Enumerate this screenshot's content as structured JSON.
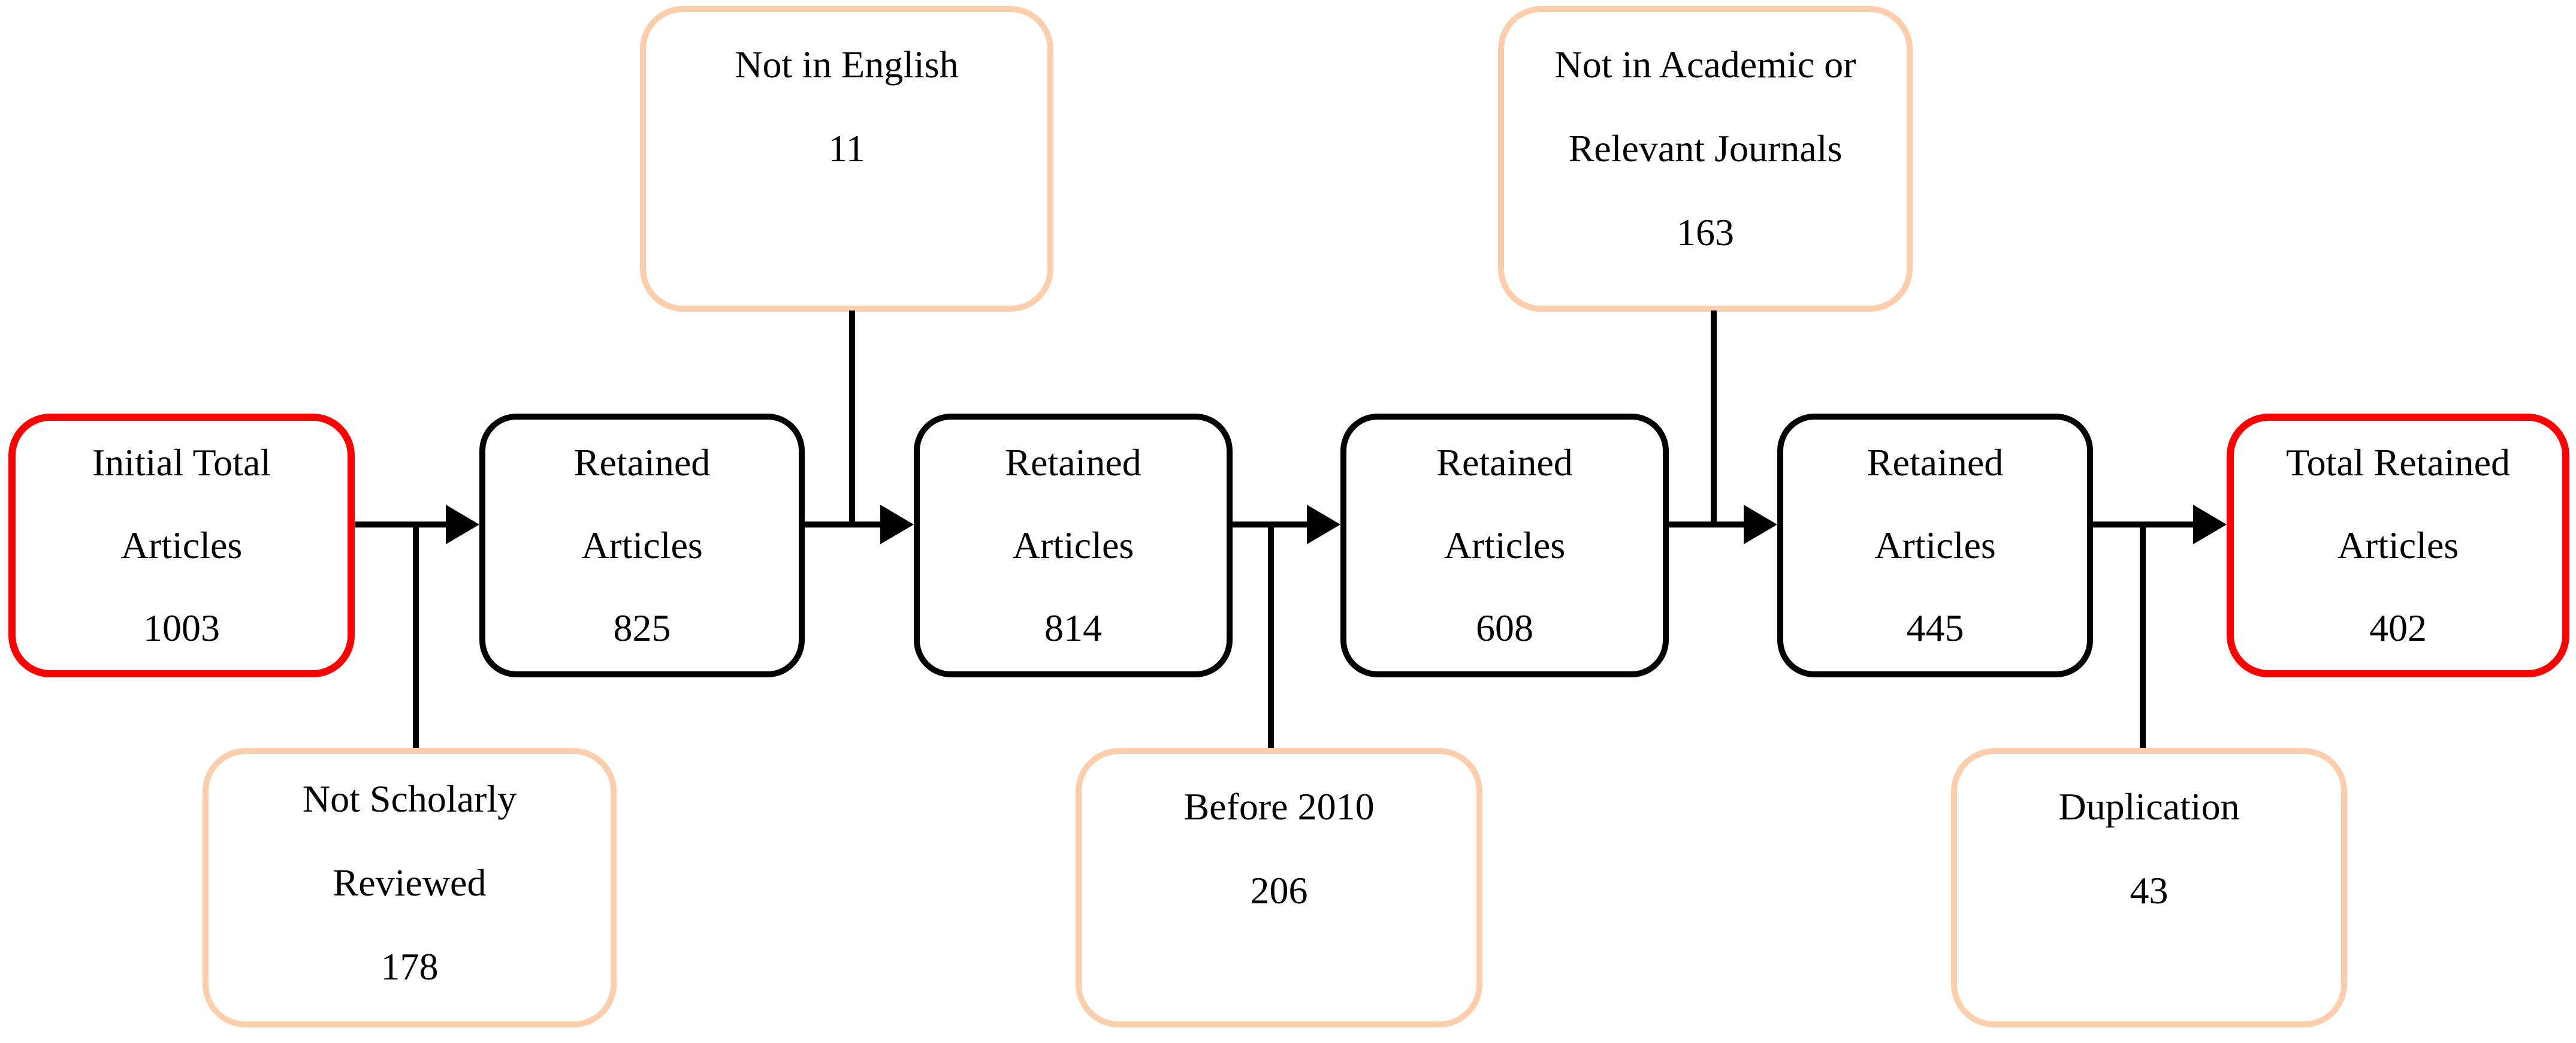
{
  "colors": {
    "box-border": "#000000",
    "endpoint-border": "#ff0000",
    "excluded-border": "#fcceac",
    "connector": "#000000",
    "text": "#000000",
    "background": "#ffffff"
  },
  "nodes": {
    "initial_total": {
      "lines": [
        "Initial Total",
        "Articles",
        "1003"
      ],
      "count": "1003"
    },
    "retained_1": {
      "lines": [
        "Retained",
        "Articles",
        "825"
      ],
      "count": "825"
    },
    "retained_2": {
      "lines": [
        "Retained",
        "Articles",
        "814"
      ],
      "count": "814"
    },
    "retained_3": {
      "lines": [
        "Retained",
        "Articles",
        "608"
      ],
      "count": "608"
    },
    "retained_4": {
      "lines": [
        "Retained",
        "Articles",
        "445"
      ],
      "count": "445"
    },
    "total_retained": {
      "lines": [
        "Total Retained",
        "Articles",
        "402"
      ],
      "count": "402"
    },
    "not_english": {
      "lines": [
        "Not in English",
        "11"
      ],
      "count": "11"
    },
    "not_academic": {
      "lines": [
        "Not in Academic or",
        "Relevant Journals",
        "163"
      ],
      "count": "163"
    },
    "not_scholarly": {
      "lines": [
        "Not Scholarly",
        "Reviewed",
        "178"
      ],
      "count": "178"
    },
    "before_2010": {
      "lines": [
        "Before 2010",
        "206"
      ],
      "count": "206"
    },
    "duplication": {
      "lines": [
        "Duplication",
        "43"
      ],
      "count": "43"
    }
  }
}
